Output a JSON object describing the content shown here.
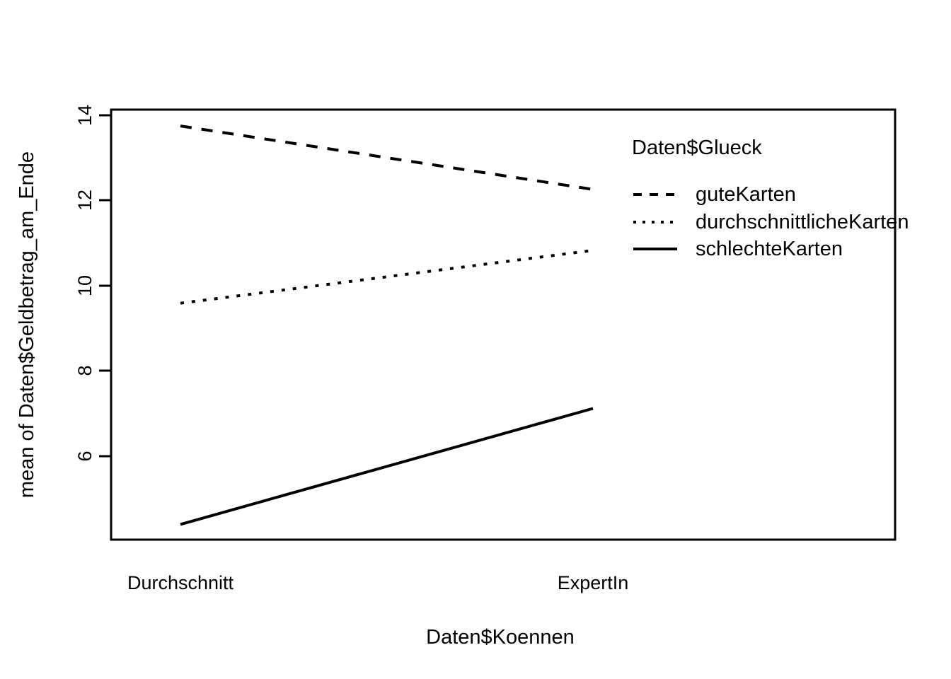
{
  "chart_data": {
    "type": "line",
    "title": "",
    "subtitle": "",
    "xlabel": "Daten$Koennen",
    "ylabel": "mean of  Daten$Geldbetrag_am_Ende",
    "categories": [
      "Durchschnitt",
      "ExpertIn"
    ],
    "x": [
      1,
      2
    ],
    "xlim": [
      0.8,
      2.2
    ],
    "ylim": [
      4.4,
      14.0
    ],
    "y_ticks": [
      6,
      8,
      10,
      12,
      14
    ],
    "y_tick_labels": [
      "6",
      "8",
      "10",
      "12",
      "14"
    ],
    "grid": false,
    "legend": {
      "title": "Daten$Glueck",
      "position": "right-inside-top",
      "entries": [
        {
          "label": "guteKarten",
          "linestyle": "dashed",
          "color": "#000000"
        },
        {
          "label": "durchschnittlicheKarten",
          "linestyle": "dotted",
          "color": "#000000"
        },
        {
          "label": "schlechteKarten",
          "linestyle": "solid",
          "color": "#000000"
        }
      ]
    },
    "series": [
      {
        "name": "guteKarten",
        "linestyle": "dashed",
        "color": "#000000",
        "values": [
          13.75,
          12.26
        ]
      },
      {
        "name": "durchschnittlicheKarten",
        "linestyle": "dotted",
        "color": "#000000",
        "values": [
          9.59,
          10.83
        ]
      },
      {
        "name": "schlechteKarten",
        "linestyle": "solid",
        "color": "#000000",
        "values": [
          4.4,
          7.12
        ]
      }
    ]
  },
  "axis": {
    "y_title": "mean of  Daten$Geldbetrag_am_Ende",
    "x_title": "Daten$Koennen",
    "y_ticks": [
      "14",
      "12",
      "10",
      "8",
      "6"
    ],
    "x_ticks": [
      "Durchschnitt",
      "ExpertIn"
    ]
  },
  "legend": {
    "title": "Daten$Glueck",
    "items": [
      "guteKarten",
      "durchschnittlicheKarten",
      "schlechteKarten"
    ]
  },
  "colors": {
    "ink": "#000000",
    "background": "#ffffff"
  }
}
